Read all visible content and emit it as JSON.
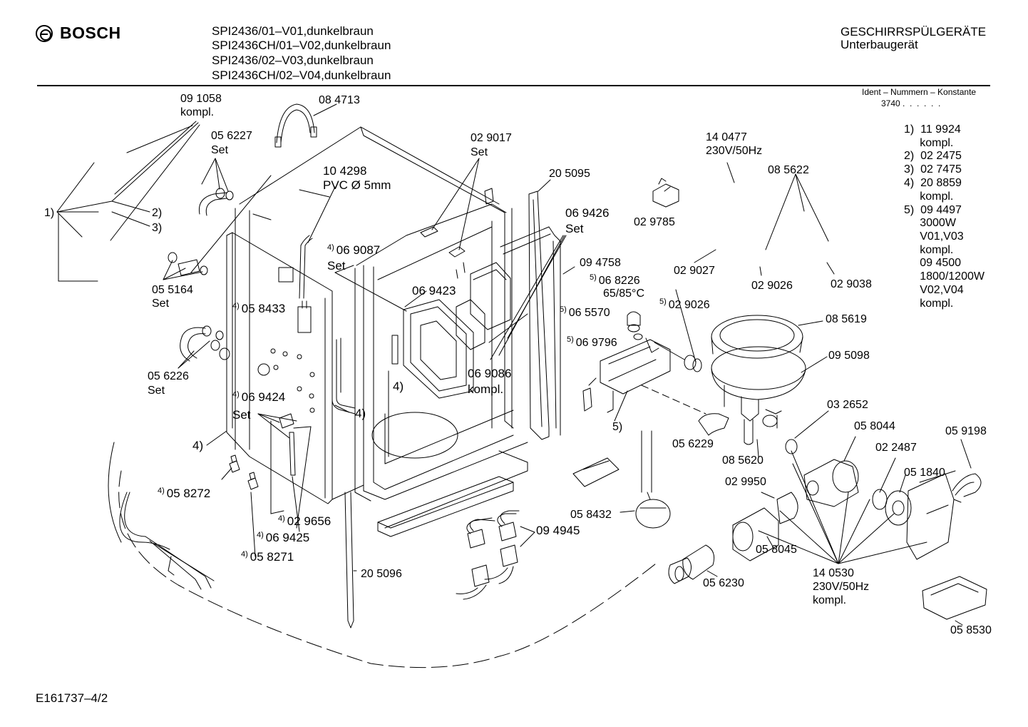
{
  "header": {
    "brand": "BOSCH",
    "models": [
      "SPI2436/01–V01,dunkelbraun",
      "SPI2436CH/01–V02,dunkelbraun",
      "SPI2436/02–V03,dunkelbraun",
      "SPI2436CH/02–V04,dunkelbraun"
    ],
    "category": "GESCHIRRSPÜLGERÄTE",
    "subcategory": "Unterbaugerät",
    "ident_label": "Ident – Nummern – Konstante",
    "ident_value": "3740 .  .  .  .  .  ."
  },
  "footnotes": [
    "1)  11 9924",
    "     kompl.",
    "2)  02 2475",
    "3)  02 7475",
    "4)  20 8859",
    "     kompl.",
    "5)  09 4497",
    "     3000W",
    "     V01,V03",
    "     kompl.",
    "     09 4500",
    "     1800/1200W",
    "     V02,V04",
    "     kompl."
  ],
  "labels": {
    "p091058": "09 1058",
    "p091058b": "kompl.",
    "p084713": "08 4713",
    "p056227": "05 6227",
    "p056227b": "Set",
    "ref1": "1)",
    "ref2": "2)",
    "ref3": "3)",
    "p055164": "05 5164",
    "p055164b": "Set",
    "p056226": "05 6226",
    "p056226b": "Set",
    "p104298": "10 4298",
    "p104298b": "PVC Ø 5mm",
    "p058433": "05 8433",
    "p069087": "06 9087",
    "p069087b": "Set",
    "p069424": "06 9424",
    "p069424b": "Set",
    "ref4a": "4)",
    "ref4b": "4)",
    "ref4c": "4)",
    "p058272": "05 8272",
    "p029656": "02 9656",
    "p069425": "06 9425",
    "p058271": "05 8271",
    "p029017": "02 9017",
    "p029017b": "Set",
    "p205095": "20 5095",
    "p069423": "06 9423",
    "p069426": "06 9426",
    "p069426b": "Set",
    "p069086": "06 9086",
    "p069086b": "kompl.",
    "p094758": "09 4758",
    "p068226": "06 8226",
    "p068226b": "65/85°C",
    "p065570": "06 5570",
    "p069796": "06 9796",
    "ref5": "5)",
    "p029785": "02 9785",
    "p140477": "14 0477",
    "p140477b": "230V/50Hz",
    "p085622": "08 5622",
    "p029027": "02 9027",
    "p029026a": "02 9026",
    "p029026b": "02 9026",
    "p029038": "02 9038",
    "p085619": "08 5619",
    "p095098": "09 5098",
    "p032652": "03 2652",
    "p058044": "05 8044",
    "p059198": "05 9198",
    "p056229": "05 6229",
    "p085620": "08 5620",
    "p022487": "02 2487",
    "p051840": "05 1840",
    "p029950": "02 9950",
    "p058432": "05 8432",
    "p094945": "09 4945",
    "p205096": "20 5096",
    "p056230": "05 6230",
    "p058045": "05 8045",
    "p140530": "14 0530",
    "p140530b": "230V/50Hz",
    "p140530c": "kompl.",
    "p058530": "05 8530"
  },
  "footer": {
    "drawing_id": "E161737–4/2"
  }
}
